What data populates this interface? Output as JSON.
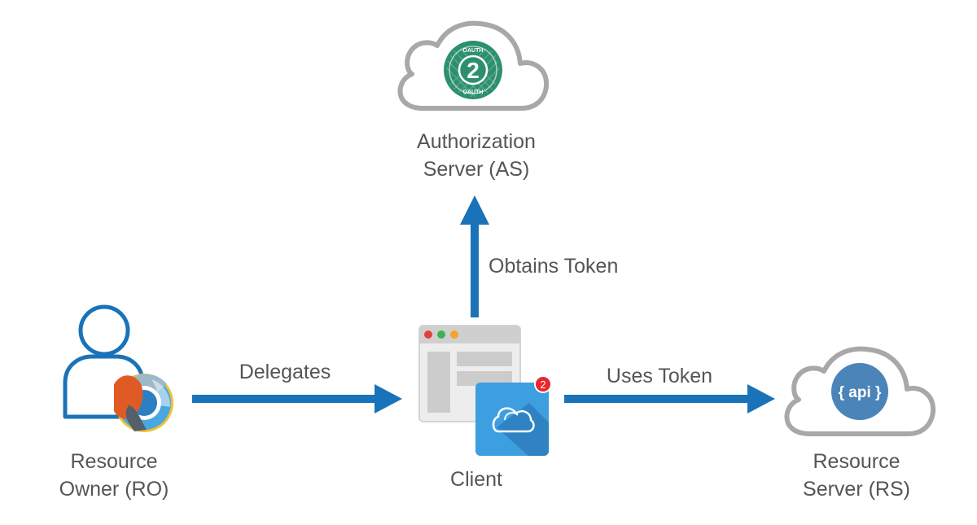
{
  "nodes": {
    "authorization_server": {
      "line1": "Authorization",
      "line2": "Server (AS)",
      "logo_top": "OAUTH",
      "logo_num": "2",
      "logo_bottom": "OAUTH"
    },
    "resource_owner": {
      "line1": "Resource",
      "line2": "Owner (RO)"
    },
    "client": {
      "label": "Client",
      "badge": "2"
    },
    "resource_server": {
      "line1": "Resource",
      "line2": "Server (RS)",
      "api_label": "{ api }"
    }
  },
  "edges": {
    "obtains_token": "Obtains Token",
    "delegates": "Delegates",
    "uses_token": "Uses Token"
  },
  "colors": {
    "arrow": "#1a73b8",
    "text": "#555555",
    "cloud_outline": "#a8a8a8",
    "oauth_green": "#2e8f6e",
    "person_outline": "#1a73b8",
    "api_blue": "#4b84b8",
    "client_app_blue": "#3d9fe0",
    "badge_red": "#e8262d"
  }
}
